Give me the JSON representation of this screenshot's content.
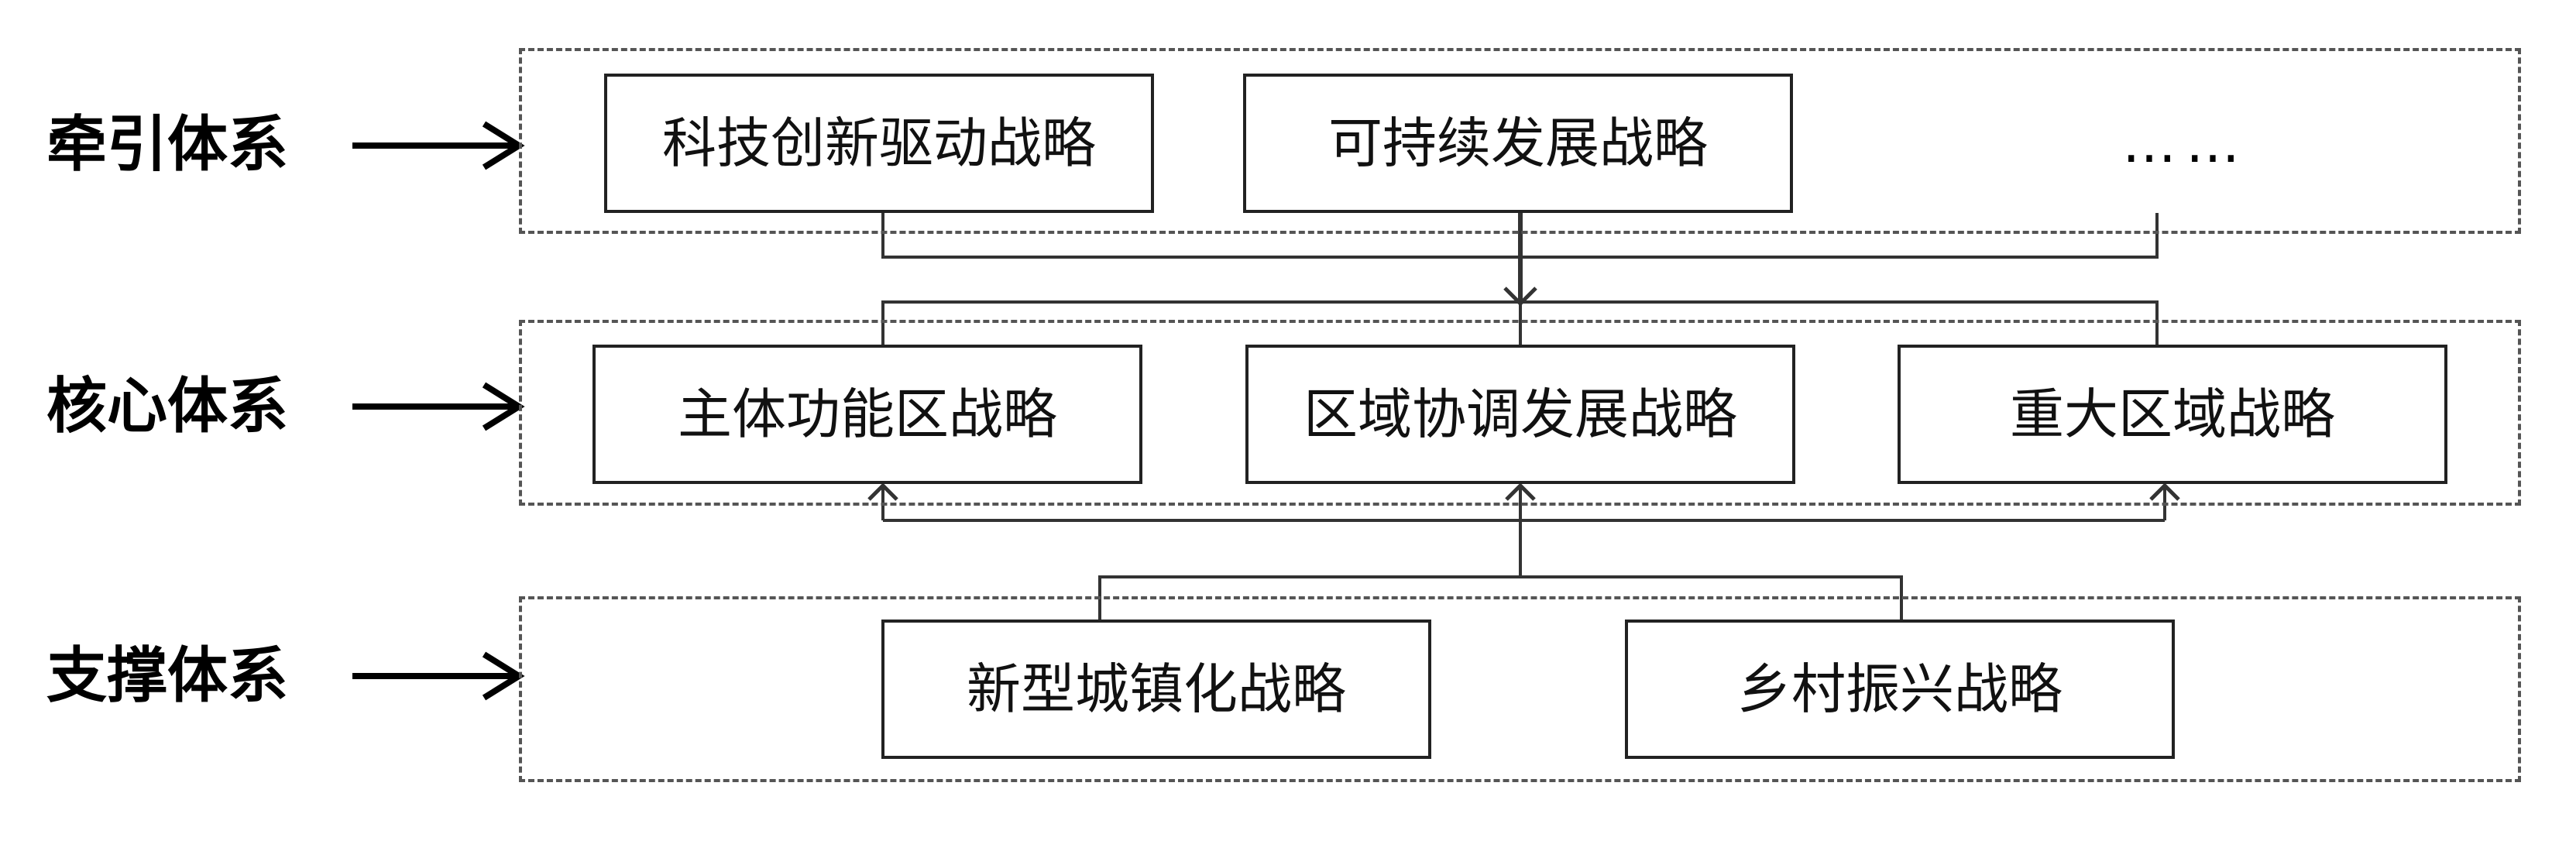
{
  "tiers": {
    "traction": {
      "label": "牵引体系",
      "nodes": [
        "科技创新驱动战略",
        "可持续发展战略"
      ],
      "more": "……"
    },
    "core": {
      "label": "核心体系",
      "nodes": [
        "主体功能区战略",
        "区域协调发展战略",
        "重大区域战略"
      ]
    },
    "support": {
      "label": "支撑体系",
      "nodes": [
        "新型城镇化战略",
        "乡村振兴战略"
      ]
    }
  },
  "colors": {
    "line": "#333333",
    "dashed_border": "#555555",
    "text": "#111111"
  }
}
